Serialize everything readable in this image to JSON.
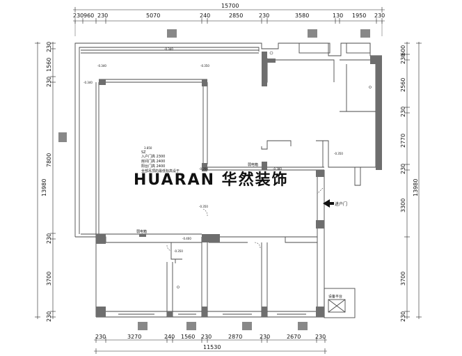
{
  "plan": {
    "overall_top": "15700",
    "overall_bottom": "11530",
    "overall_left": "13980",
    "overall_right": "13980",
    "top_dims": [
      "230",
      "960",
      "230",
      "5070",
      "240",
      "2850",
      "230",
      "3580",
      "130",
      "1950",
      "230"
    ],
    "bottom_dims": [
      "230",
      "3270",
      "240",
      "1560",
      "230",
      "2870",
      "230",
      "2670",
      "230"
    ],
    "left_dims": [
      "230",
      "1560",
      "230",
      "7800",
      "230",
      "3700",
      "230"
    ],
    "right_dims": [
      "600",
      "230",
      "2560",
      "230",
      "2770",
      "230",
      "3300",
      "3700",
      "230"
    ],
    "annotations": {
      "center_lines": [
        "3.850",
        "SZ",
        "入户门高 2300",
        "房间门高 2400",
        "阳台门高 2400",
        "全部吊顶的最低标高设于"
      ],
      "entrance": "进户门",
      "weak_box_1": "弱电箱",
      "weak_box_2": "弱电箱",
      "platform": "设备平台",
      "lv_a": "-0.340",
      "lv_b": "-0.340",
      "lv_c": "-0.350",
      "lv_d": "-0.350",
      "lv_e": "-0.350",
      "lv_f": "-0.380",
      "lv_g": "-0.400",
      "lv_h": "-0.350",
      "lv_i": "-0.340",
      "lv_j": "-0.350"
    },
    "watermark": "HUARAN 华然装饰",
    "colors": {
      "wall_line": "#4a4a4a",
      "solid_wall": "#6e6e6e",
      "dim_line": "#222222",
      "watermark": "#d6dbe3"
    }
  }
}
